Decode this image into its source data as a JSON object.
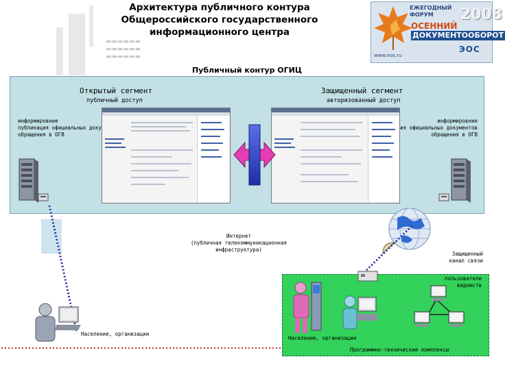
{
  "title": {
    "line1": "Архитектура публичного контура",
    "line2": "Общероссийского государственного",
    "line3": "информационного центра"
  },
  "logo": {
    "line1": "ЕЖЕГОДНЫЙ",
    "line1b": "ФОРУМ",
    "line2": "ОСЕННИЙ",
    "line3": "ДОКУМЕНТООБОРОТ",
    "year": "2008",
    "url": "www.eos.ru",
    "brand": "ЭОС"
  },
  "main_title": "Публичный контур ОГИЦ",
  "open_segment": {
    "title": "Открытый сегмент",
    "subtitle": "публичный доступ",
    "info1": "информировние",
    "info2": "публикация официальных документов",
    "info3": "обращения в ОГВ"
  },
  "secure_segment": {
    "title": "Защищенный сегмент",
    "subtitle": "авторизованный доступ",
    "info1": "информировние",
    "info2": "публикация официальных документов",
    "info3": "обращения в ОГВ"
  },
  "internet": {
    "line1": "Интернет",
    "line2": "(публичная телекоммуникационная",
    "line3": "инфраструктура)"
  },
  "secure_channel": {
    "line1": "Защищенный",
    "line2": "канал связи"
  },
  "users": {
    "line1": "пользователи",
    "line2": "ведомств"
  },
  "population_left": "Население, организации",
  "population_right": "Население, организации",
  "complexes": "Программно-технические комплексы",
  "colors": {
    "panel": "#c2e0e6",
    "green_box": "#33d25a",
    "arrow_blue": "#1e3cc8",
    "arrow_magenta": "#e63cb4",
    "dotted_link": "#2a2aa6",
    "dotted_red": "#c03030"
  }
}
